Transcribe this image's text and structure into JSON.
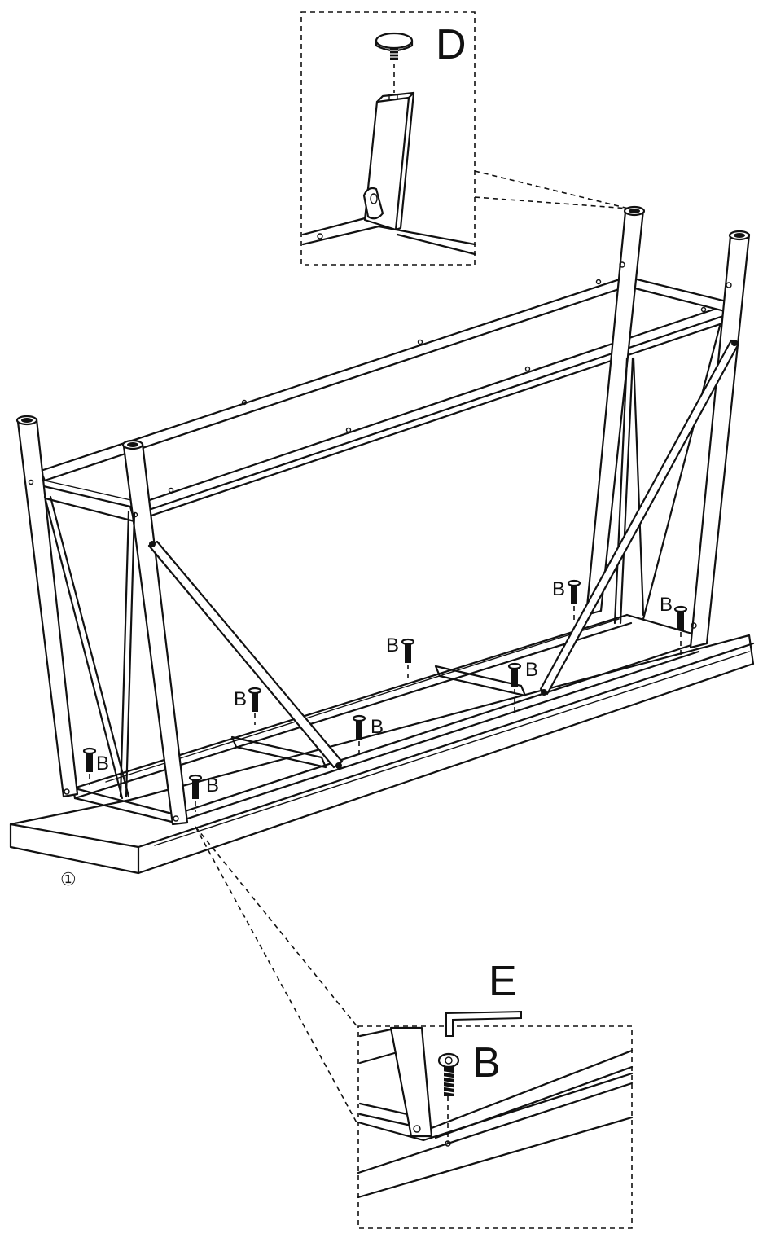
{
  "callouts": {
    "cap_part": "D",
    "tool_part": "E",
    "screw_part": "B",
    "board_number": "①"
  },
  "screw_labels": [
    "B",
    "B",
    "B",
    "B",
    "B",
    "B",
    "B",
    "B",
    "B"
  ]
}
